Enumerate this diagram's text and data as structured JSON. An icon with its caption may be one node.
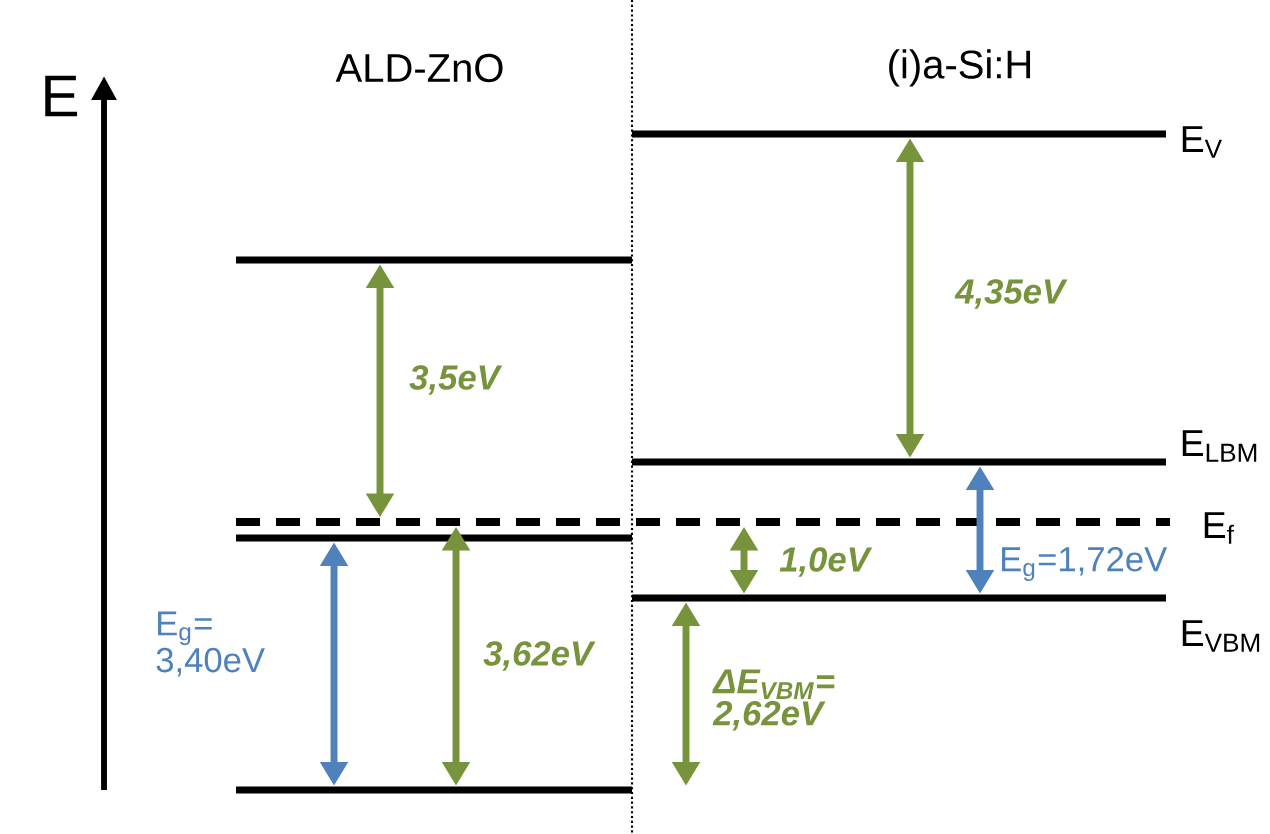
{
  "diagram": {
    "nodes": [
      {
        "text": [],
        "shape": "bar"
      },
      {
        "text": [],
        "shape": "bar",
        "beside": [
          "E$_{f}$"
        ]
      },
      {
        "text": [],
        "shape": "bar"
      },
      {
        "text": [],
        "shape": "bar"
      },
      {
        "text": [],
        "shape": "bar",
        "beside": [
          "E$_{V}$"
        ]
      },
      {
        "text": [],
        "shape": "bar",
        "beside": [
          "E$_{LBM}$"
        ]
      },
      {
        "text": [],
        "shape": "bar",
        "beside": [
          "E$_{VBM}$"
        ]
      }
    ],
    "edges": [
      {
        "from": 0,
        "to": 1,
        "arrow": "both",
        "label": "3,5eV"
      },
      {
        "from": 2,
        "to": 3,
        "arrow": "both",
        "label": "E$_{g}$= 3,40eV",
        "color": "#4f81bd"
      },
      {
        "from": 1,
        "to": 3,
        "arrow": "both",
        "label": "3,62eV"
      },
      {
        "from": 4,
        "to": 5,
        "arrow": "both",
        "label": "4,35eV"
      },
      {
        "from": 5,
        "to": 6,
        "arrow": "both",
        "label": "E$_{g}$=1,72eV",
        "color": "#4f81bd"
      },
      {
        "from": 1,
        "to": 6,
        "arrow": "both",
        "label": "1,0eV"
      },
      {
        "from": 6,
        "to": 3,
        "arrow": "both",
        "label": "ΔE$_{VBM}$= 2,62eV"
      }
    ],
    "labels": [
      "E",
      "ALD-ZnO",
      "(i)a-Si:H"
    ]
  }
}
